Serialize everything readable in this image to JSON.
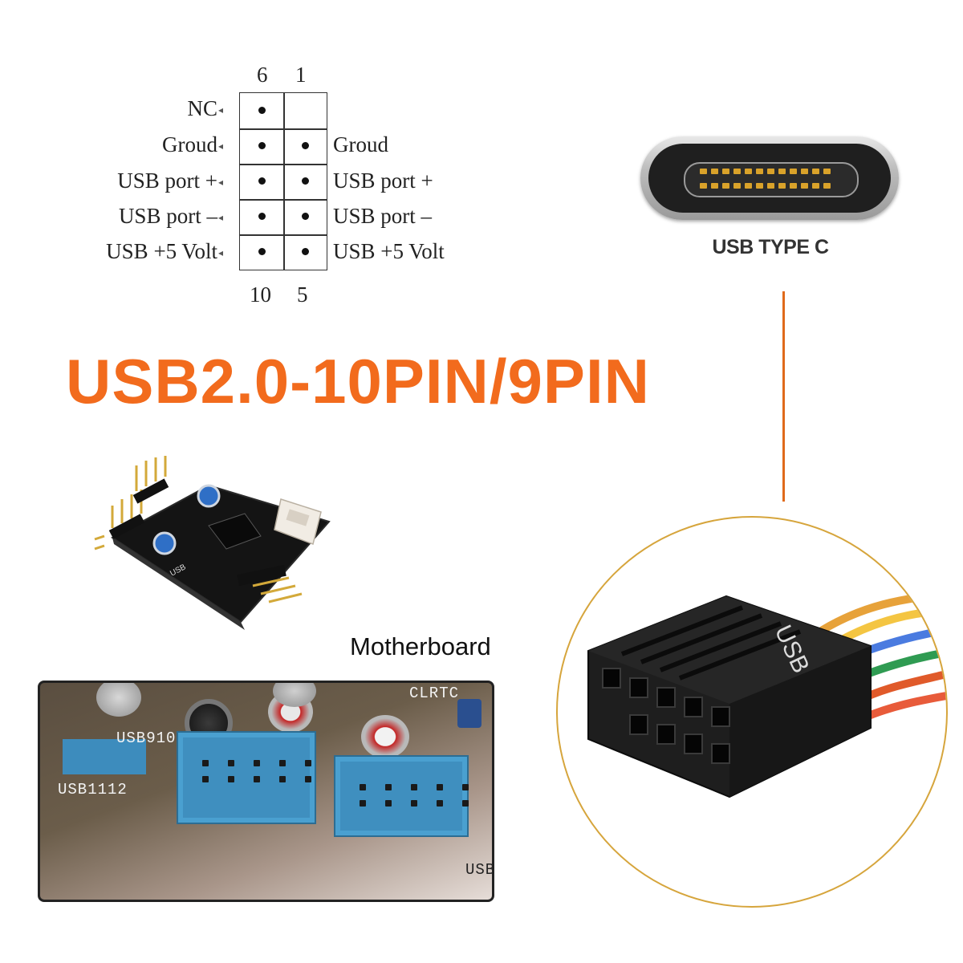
{
  "pinout": {
    "top_numbers": [
      "6",
      "1"
    ],
    "bottom_numbers": [
      "10",
      "5"
    ],
    "left_labels": [
      "NC",
      "Groud",
      "USB port +",
      "USB port –",
      "USB +5 Volt"
    ],
    "right_labels": [
      "Groud",
      "USB port +",
      "USB port –",
      "USB +5 Volt"
    ]
  },
  "usbc": {
    "label": "USB TYPE C"
  },
  "title": "USB2.0-10PIN/9PIN",
  "hub_board": {
    "silkscreen": "USB"
  },
  "motherboard": {
    "caption": "Motherboard",
    "labels": [
      "USB910",
      "USB1112",
      "CLRTC",
      "USB"
    ]
  },
  "connector": {
    "housing_label": "USB"
  },
  "colors": {
    "title": "#f26b1d",
    "divider": "#e06a1b",
    "circle_border": "#d6a53c",
    "header_blue": "#3f8fbf"
  }
}
